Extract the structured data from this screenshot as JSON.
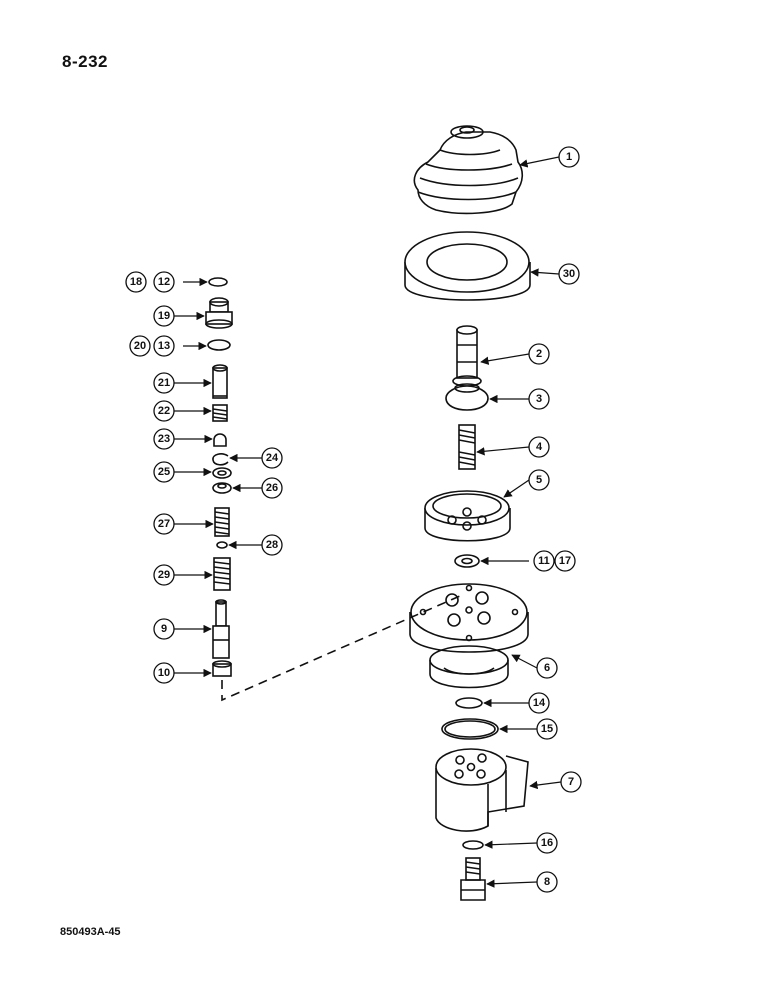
{
  "page": {
    "number": "8-232",
    "figure_id": "850493A-45"
  },
  "callouts": {
    "c1": "1",
    "c2": "2",
    "c3": "3",
    "c4": "4",
    "c5": "5",
    "c6": "6",
    "c7": "7",
    "c8": "8",
    "c9": "9",
    "c10": "10",
    "c11": "11",
    "c12": "12",
    "c13": "13",
    "c14": "14",
    "c15": "15",
    "c16": "16",
    "c17": "17",
    "c18": "18",
    "c19": "19",
    "c20": "20",
    "c21": "21",
    "c22": "22",
    "c23": "23",
    "c24": "24",
    "c25": "25",
    "c26": "26",
    "c27": "27",
    "c28": "28",
    "c29": "29",
    "c30": "30"
  },
  "colors": {
    "ink": "#111111",
    "paper": "#ffffff",
    "shade": "#d8d8d8"
  }
}
